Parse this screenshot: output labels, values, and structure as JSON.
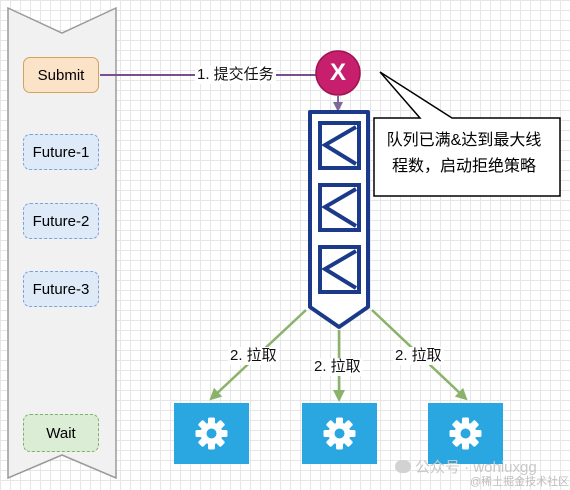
{
  "left_panel": {
    "submit_label": "Submit",
    "futures": [
      "Future-1",
      "Future-2",
      "Future-3"
    ],
    "wait_label": "Wait"
  },
  "edges": {
    "submit_label": "1. 提交任务",
    "pull_labels": [
      "2. 拉取",
      "2. 拉取",
      "2. 拉取"
    ]
  },
  "reject_marker": {
    "symbol": "X"
  },
  "callout": {
    "line1": "队列已满&达到最大线",
    "line2": "程数，启动拒绝策略"
  },
  "queue": {
    "slots": 3
  },
  "workers": {
    "count": 3,
    "icon": "gear-icon"
  },
  "watermark": {
    "text": "公众号 · wohiuxgg",
    "community": "@稀土掘金技术社区"
  },
  "colors": {
    "reject_fill": "#c71f6e",
    "queue_border": "#1b3b8a",
    "worker_fill": "#2aa6e0",
    "arrow_green": "#8bb26b",
    "submit_line": "#7b4f8f"
  }
}
